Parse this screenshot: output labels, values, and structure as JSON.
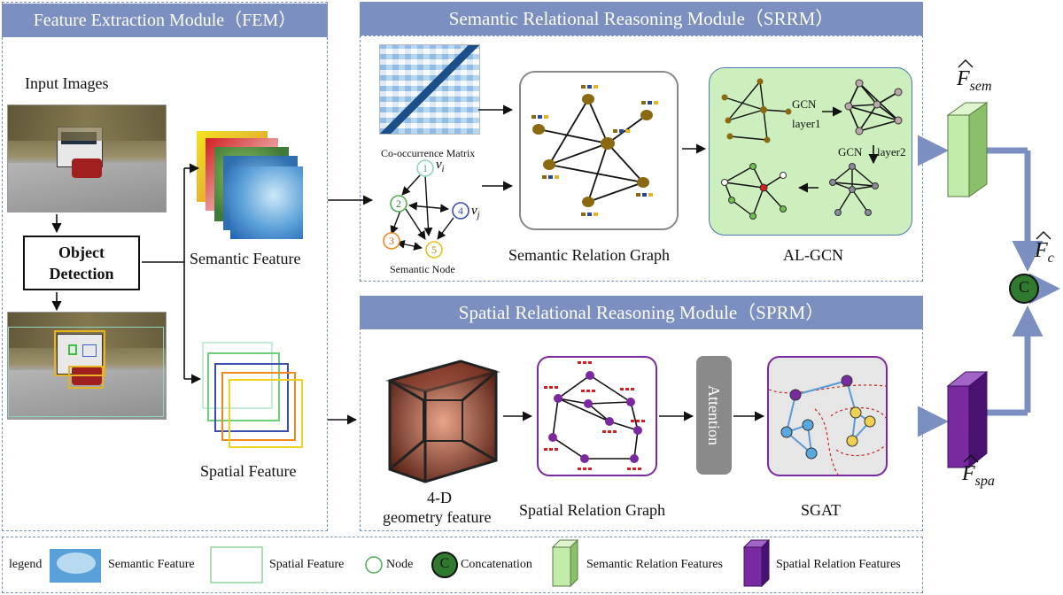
{
  "fem": {
    "title": "Feature Extraction Module（FEM）",
    "input_images": "Input Images",
    "object_detection_line1": "Object",
    "object_detection_line2": "Detection",
    "semantic_feature": "Semantic Feature",
    "spatial_feature": "Spatial Feature"
  },
  "srrm": {
    "title": "Semantic Relational Reasoning Module（SRRM）",
    "cooccurrence": "Co-occurrence Matrix",
    "semantic_node": "Semantic Node",
    "node_labels": [
      "1",
      "2",
      "3",
      "4",
      "5"
    ],
    "vi": "v",
    "vi_sub": "i",
    "vj": "v",
    "vj_sub": "j",
    "graph_label": "Semantic Relation Graph",
    "algcn_label": "AL-GCN",
    "gcn1_a": "GCN",
    "gcn1_b": "layer1",
    "gcn2_a": "GCN",
    "gcn2_b": "layer2"
  },
  "sprm": {
    "title": "Spatial Relational Reasoning Module（SPRM）",
    "geom_line1": "4-D",
    "geom_line2": "geometry feature",
    "graph_label": "Spatial Relation Graph",
    "attention": "Attention",
    "sgat": "SGAT"
  },
  "outputs": {
    "f_sem": "F",
    "f_sem_sub": "sem",
    "f_spa": "F",
    "f_spa_sub": "spa",
    "f_c": "F",
    "f_c_sub": "c",
    "concat_symbol": "C"
  },
  "legend": {
    "title": "legend",
    "semantic_feature": "Semantic Feature",
    "spatial_feature": "Spatial Feature",
    "node": "Node",
    "concat_symbol": "C",
    "concatenation": "Concatenation",
    "semantic_relation": "Semantic Relation Features",
    "spatial_relation": "Spatial Relation Features"
  },
  "colors": {
    "title_bar": "#7b8fc0",
    "semantic_box": "#cdeebd",
    "semantic_node": "#8a6a10",
    "spatial_node": "#7a2aa0",
    "spatial_box": "#6a1d91",
    "semantic_cube": "#b8e6a0",
    "concat": "#2f7a2f",
    "edge_red": "#d21f1f",
    "edge_blue": "#5a9bd5"
  }
}
